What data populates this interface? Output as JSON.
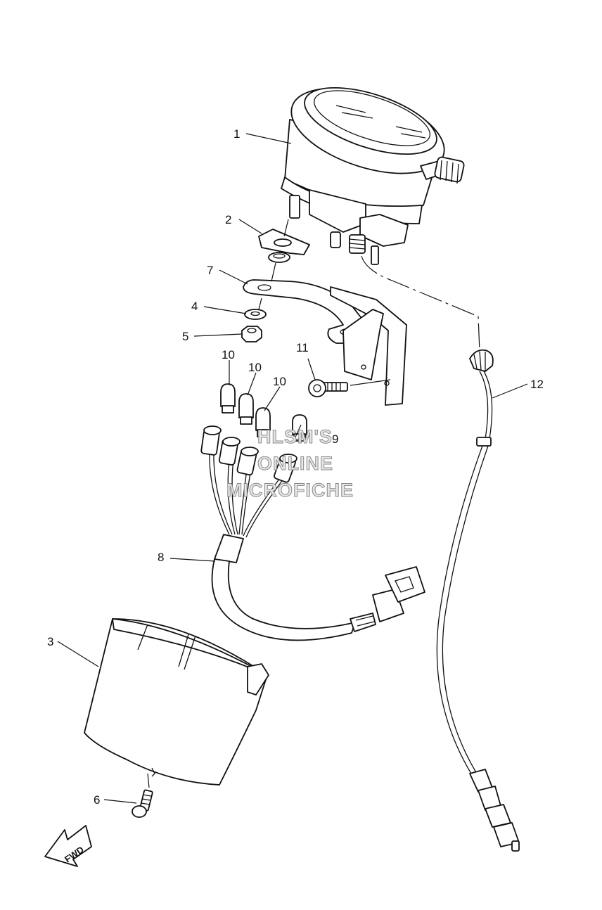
{
  "diagram": {
    "callouts": [
      {
        "id": "1",
        "label": "1"
      },
      {
        "id": "2",
        "label": "2"
      },
      {
        "id": "3",
        "label": "3"
      },
      {
        "id": "4",
        "label": "4"
      },
      {
        "id": "5",
        "label": "5"
      },
      {
        "id": "6",
        "label": "6"
      },
      {
        "id": "7",
        "label": "7"
      },
      {
        "id": "8",
        "label": "8"
      },
      {
        "id": "9",
        "label": "9"
      },
      {
        "id": "10a",
        "label": "10"
      },
      {
        "id": "10b",
        "label": "10"
      },
      {
        "id": "10c",
        "label": "10"
      },
      {
        "id": "11",
        "label": "11"
      },
      {
        "id": "12",
        "label": "12"
      }
    ],
    "watermark": {
      "line1": "HLSM'S",
      "line2": "ONLINE",
      "line3": "MICROFICHE"
    },
    "direction_arrow": {
      "label": "FWD"
    }
  }
}
